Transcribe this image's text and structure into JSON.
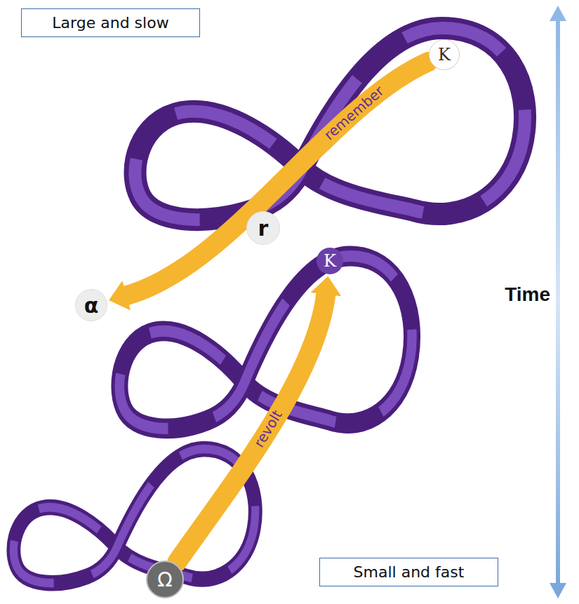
{
  "diagram": {
    "nodes": [
      {
        "text": [
          "Large and slow"
        ]
      },
      {
        "text": [
          "K"
        ]
      },
      {
        "text": [
          "r"
        ]
      },
      {
        "text": [
          "α"
        ]
      },
      {
        "text": [
          "K"
        ]
      },
      {
        "text": [
          "Ω"
        ]
      },
      {
        "text": [
          "Small and fast"
        ]
      }
    ],
    "edges": [
      {
        "from": 1,
        "to": 3,
        "label": "remember",
        "arrow": "to"
      },
      {
        "from": 5,
        "to": 4,
        "label": "revolt",
        "arrow": "to"
      }
    ],
    "labels": [
      "Time"
    ]
  }
}
